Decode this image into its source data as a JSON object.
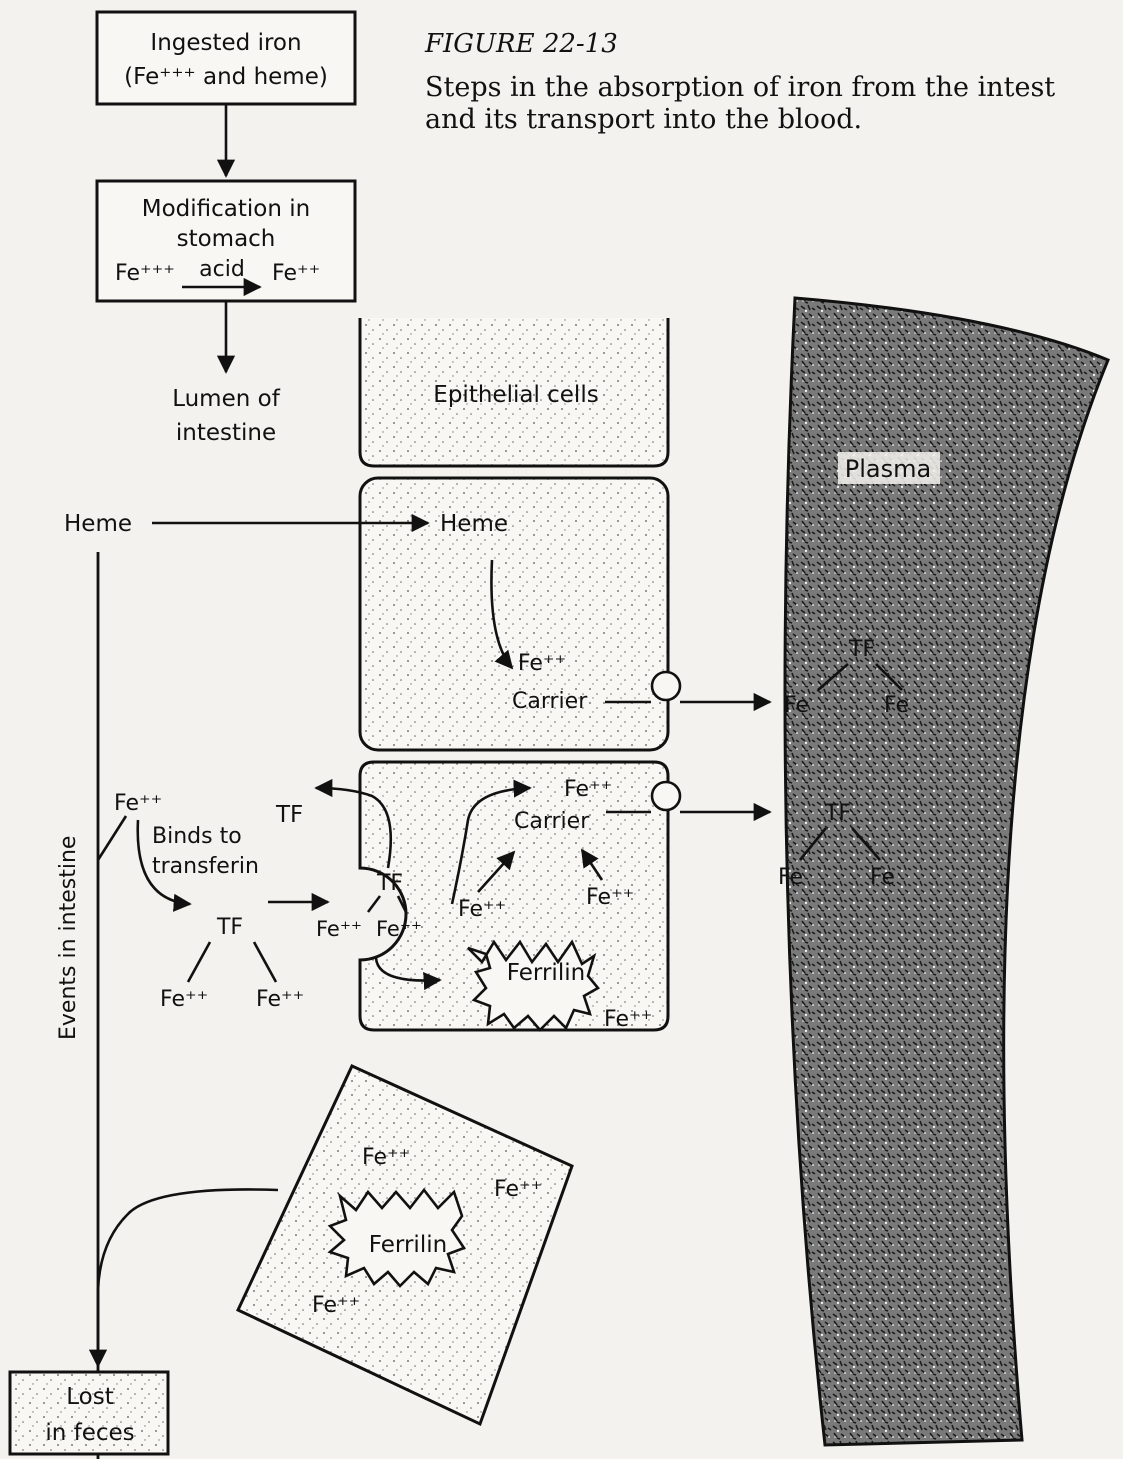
{
  "caption": {
    "figure": "FIGURE 22-13",
    "line1": "Steps in the absorption of iron from the intest",
    "line2": "and its transport into the blood."
  },
  "boxes": {
    "ingested": {
      "line1": "Ingested iron",
      "line2": "(Fe⁺⁺⁺ and heme)"
    },
    "modification": {
      "line1": "Modification in",
      "line2": "stomach",
      "fe3": "Fe⁺⁺⁺",
      "acid": "acid",
      "fe2": "Fe⁺⁺"
    },
    "lost": {
      "line1": "Lost",
      "line2": "in feces"
    }
  },
  "labels": {
    "lumen_line1": "Lumen of",
    "lumen_line2": "intestine",
    "epithelial": "Epithelial cells",
    "plasma": "Plasma",
    "events": "Events in intestine",
    "heme_left": "Heme",
    "heme_cell": "Heme",
    "fe_cell1": "Fe⁺⁺",
    "carrier1": "Carrier",
    "fe_left": "Fe⁺⁺",
    "binds_line1": "Binds to",
    "binds_line2": "transferin",
    "tf_top": "TF",
    "tf_lumen": "TF",
    "fe_lumen_a": "Fe⁺⁺",
    "fe_lumen_b": "Fe⁺⁺",
    "tf_pocket": "TF",
    "fe_pocket_a": "Fe⁺⁺",
    "fe_pocket_b": "Fe⁺⁺",
    "fe_cell2_top": "Fe⁺⁺",
    "carrier2": "Carrier",
    "fe_cell2_left": "Fe⁺⁺",
    "fe_cell2_right": "Fe⁺⁺",
    "ferritin_cell": "Ferrilin",
    "fe_cell2_bottom": "Fe⁺⁺",
    "tf_plasma1": "TF",
    "fe_plasma1_a": "Fe",
    "fe_plasma1_b": "Fe",
    "tf_plasma2": "TF",
    "fe_plasma2_a": "Fe",
    "fe_plasma2_b": "Fe",
    "shed_fe_top": "Fe⁺⁺",
    "shed_fe_right": "Fe⁺⁺",
    "shed_ferritin": "Ferrilin",
    "shed_fe_bottom": "Fe⁺⁺"
  },
  "colors": {
    "ink": "#111111",
    "paper": "#f4f2ee",
    "plasma_fill": "#6e6e6e"
  }
}
